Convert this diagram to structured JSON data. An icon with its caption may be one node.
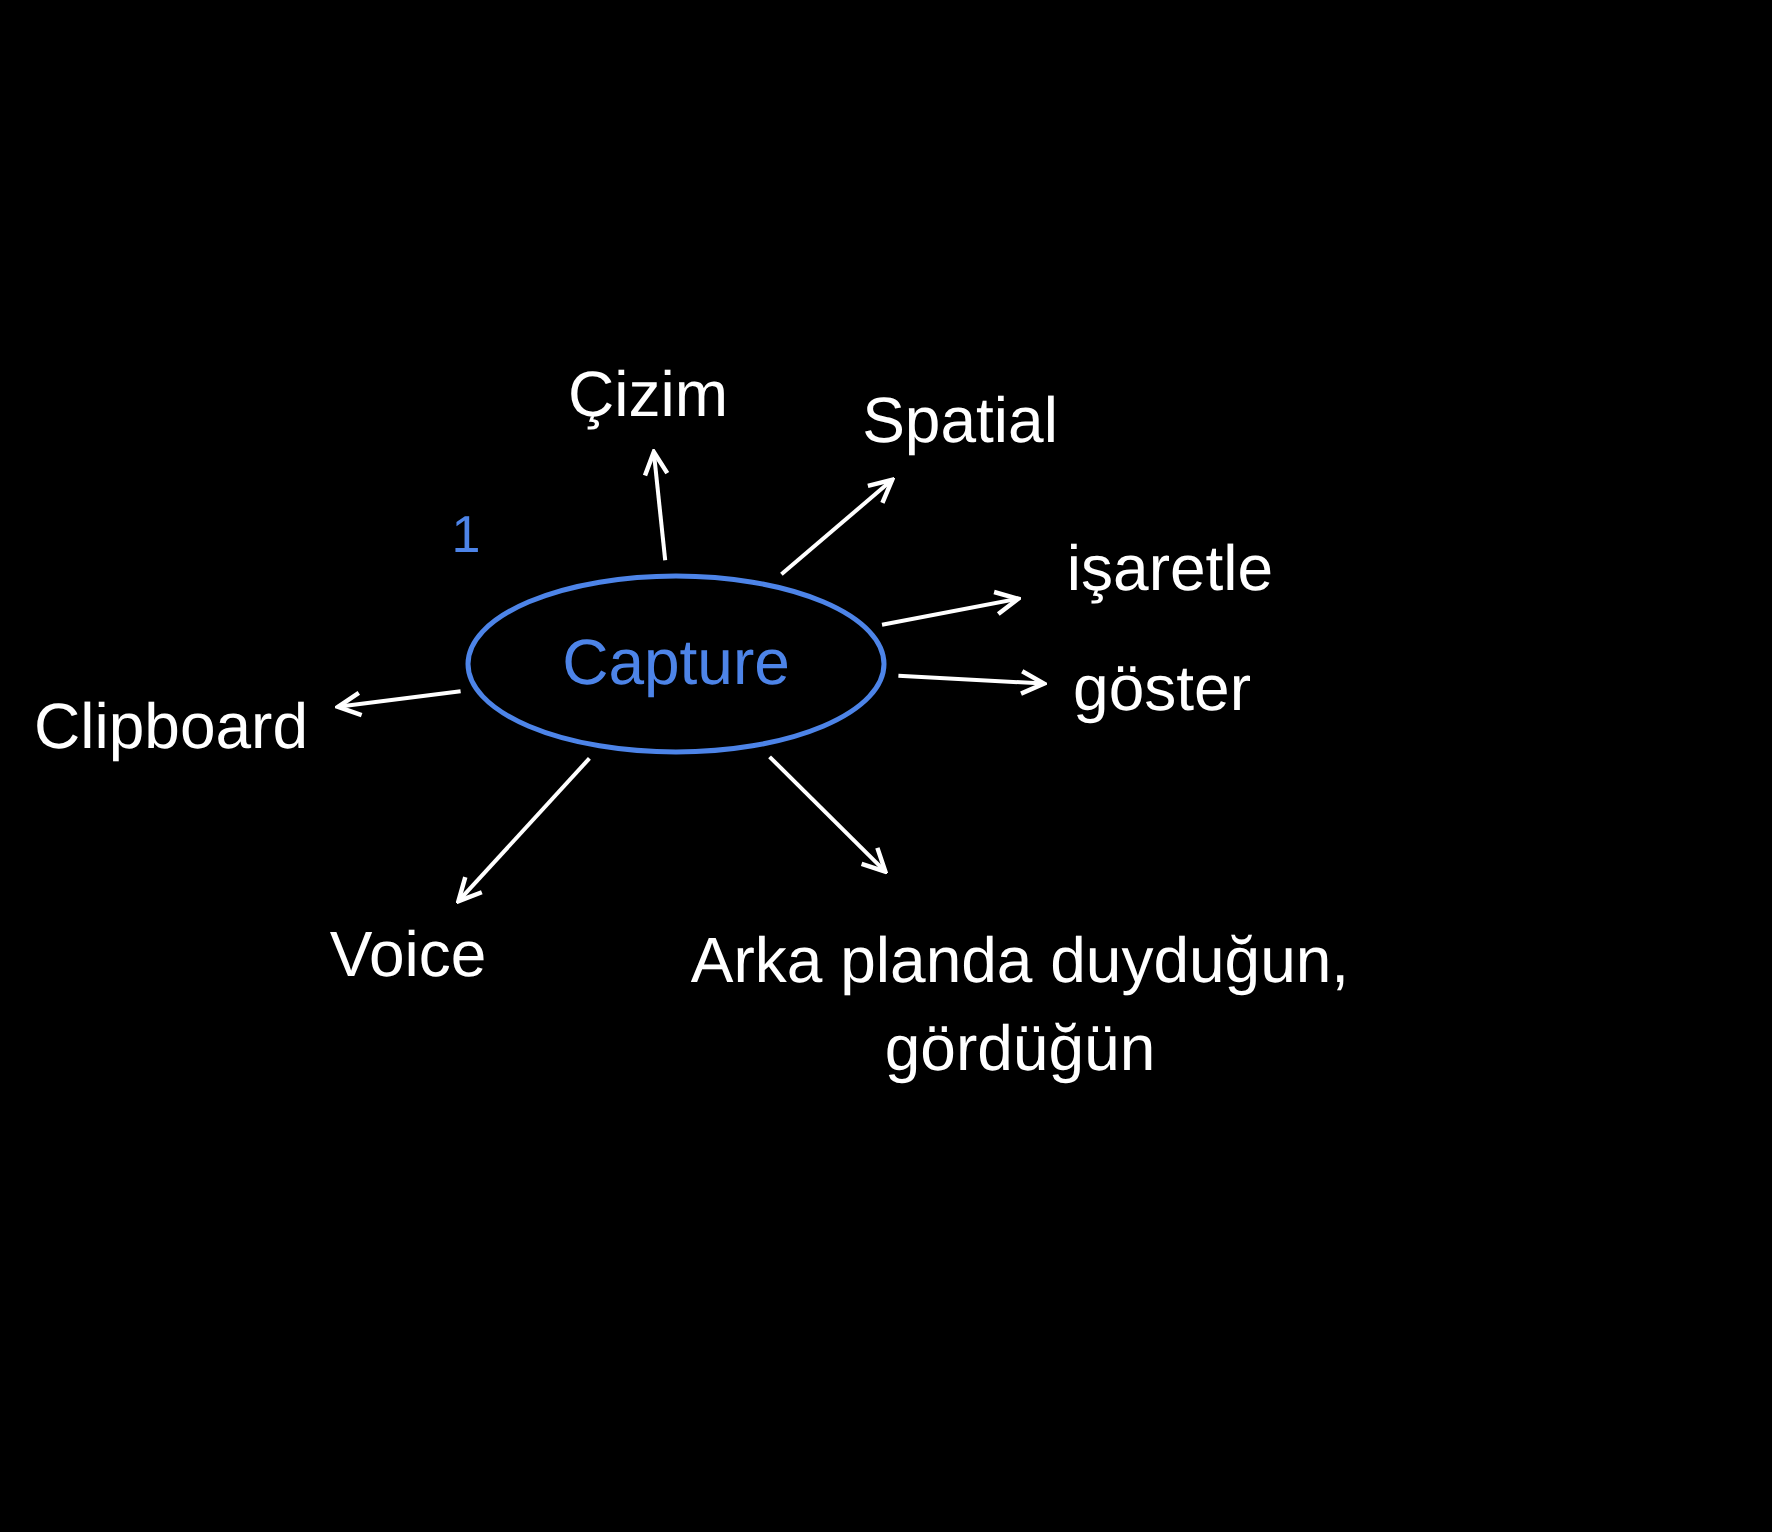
{
  "diagram": {
    "nodes": [
      {
        "text": [
          "Capture"
        ]
      },
      {
        "text": [
          "Çizim"
        ]
      },
      {
        "text": [
          "Spatial"
        ]
      },
      {
        "text": [
          "işaretle"
        ]
      },
      {
        "text": [
          "göster"
        ]
      },
      {
        "text": [
          "Clipboard"
        ]
      },
      {
        "text": [
          "Voice"
        ]
      },
      {
        "text": [
          "Arka planda duyduğun, gördüğün"
        ]
      }
    ],
    "edges": [
      {
        "from": 0,
        "to": 1,
        "arrow": "to"
      },
      {
        "from": 0,
        "to": 2,
        "arrow": "to"
      },
      {
        "from": 0,
        "to": 3,
        "arrow": "to"
      },
      {
        "from": 0,
        "to": 4,
        "arrow": "to"
      },
      {
        "from": 0,
        "to": 5,
        "arrow": "to"
      },
      {
        "from": 0,
        "to": 6,
        "arrow": "to"
      },
      {
        "from": 0,
        "to": 7,
        "arrow": "to"
      }
    ],
    "labels": [
      "1"
    ]
  }
}
